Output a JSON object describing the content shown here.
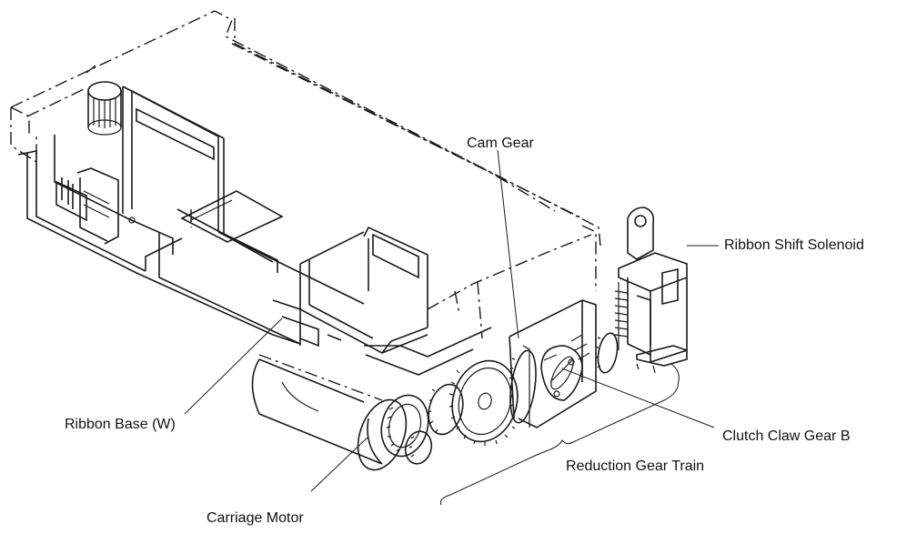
{
  "labels": {
    "cam_gear": "Cam Gear",
    "ribbon_shift_solenoid": "Ribbon Shift Solenoid",
    "ribbon_base": "Ribbon Base (W)",
    "clutch_claw_gear": "Clutch Claw Gear B",
    "reduction_gear_train": "Reduction Gear Train",
    "carriage_motor": "Carriage Motor"
  },
  "colors": {
    "line": "#1a1a1a",
    "background": "#ffffff"
  }
}
